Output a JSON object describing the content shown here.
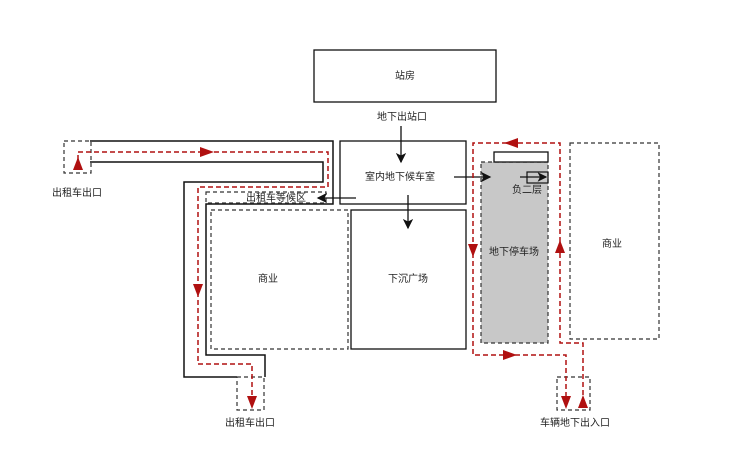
{
  "labels": {
    "station": "站房",
    "underground_exit": "地下出站口",
    "waiting_room": "室内地下候车室",
    "taxi_waiting": "出租车等候区",
    "commercial_left": "商业",
    "sunken_plaza": "下沉广场",
    "parking": "地下停车场",
    "b2": "负二层",
    "commercial_right": "商业",
    "taxi_exit_top": "出租车出口",
    "taxi_exit_bottom": "出租车出口",
    "vehicle_entrance": "车辆地下出入口"
  },
  "colors": {
    "route": "#b01010",
    "parking_fill": "#c8c8c8",
    "line": "#111111"
  }
}
